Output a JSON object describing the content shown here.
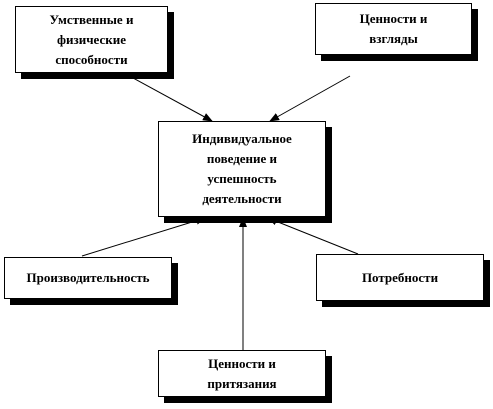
{
  "diagram": {
    "center": {
      "label": "Индивидуальное\nповедение и\nуспешность\nдеятельности"
    },
    "nodes": [
      {
        "id": "mental",
        "label": "Умственные и\nфизические\nспособности"
      },
      {
        "id": "values-top",
        "label": "Ценности и\nвзгляды"
      },
      {
        "id": "productivity",
        "label": "Производительность"
      },
      {
        "id": "needs",
        "label": "Потребности"
      },
      {
        "id": "values-bottom",
        "label": "Ценности и\nпритязания"
      }
    ],
    "edges": [
      {
        "from": "mental",
        "to": "center"
      },
      {
        "from": "values-top",
        "to": "center"
      },
      {
        "from": "productivity",
        "to": "center"
      },
      {
        "from": "needs",
        "to": "center"
      },
      {
        "from": "values-bottom",
        "to": "center"
      }
    ],
    "colors": {
      "line": "#000000",
      "box_fill": "#ffffff",
      "shadow": "#000000"
    }
  }
}
